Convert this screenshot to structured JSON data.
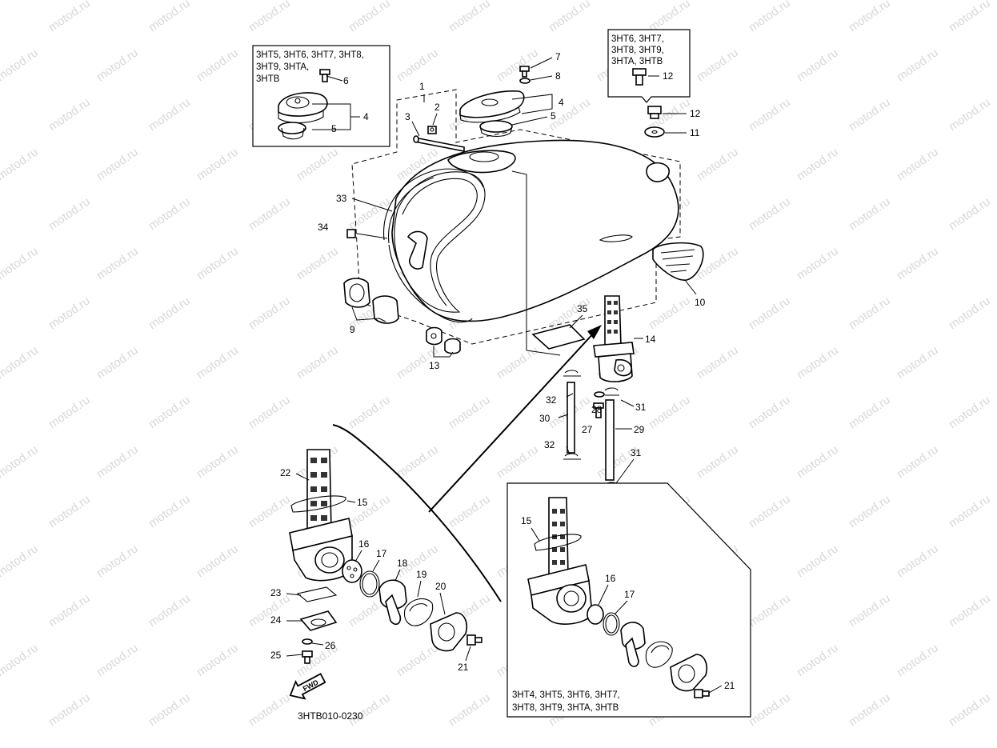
{
  "watermark": "motod.ru",
  "diagram_code": "3HTB010-0230",
  "fwd_label": "FWD",
  "boxes": {
    "top_left_variants": [
      "3HT5, 3HT6, 3HT7, 3HT8,",
      "3HT9, 3HTA,",
      "3HTB"
    ],
    "top_right_variants": [
      "3HT6, 3HT7,",
      "3HT8, 3HT9,",
      "3HTA, 3HTB"
    ],
    "bottom_right_variants": [
      "3HT4, 3HT5, 3HT6, 3HT7,",
      "3HT8, 3HT9, 3HTA, 3HTB"
    ]
  },
  "callouts": {
    "n1": "1",
    "n2": "2",
    "n3": "3",
    "n4a": "4",
    "n4b": "4",
    "n5a": "5",
    "n5b": "5",
    "n6": "6",
    "n7": "7",
    "n8": "8",
    "n9": "9",
    "n10": "10",
    "n11": "11",
    "n12a": "12",
    "n12b": "12",
    "n13": "13",
    "n14": "14",
    "n15a": "15",
    "n15b": "15",
    "n16a": "16",
    "n16b": "16",
    "n17a": "17",
    "n17b": "17",
    "n18": "18",
    "n19": "19",
    "n20": "20",
    "n21a": "21",
    "n21b": "21",
    "n22": "22",
    "n23": "23",
    "n24": "24",
    "n25": "25",
    "n26": "26",
    "n27": "27",
    "n28": "28",
    "n29": "29",
    "n30": "30",
    "n31a": "31",
    "n31b": "31",
    "n32a": "32",
    "n32b": "32",
    "n33": "33",
    "n34": "34",
    "n35": "35"
  }
}
